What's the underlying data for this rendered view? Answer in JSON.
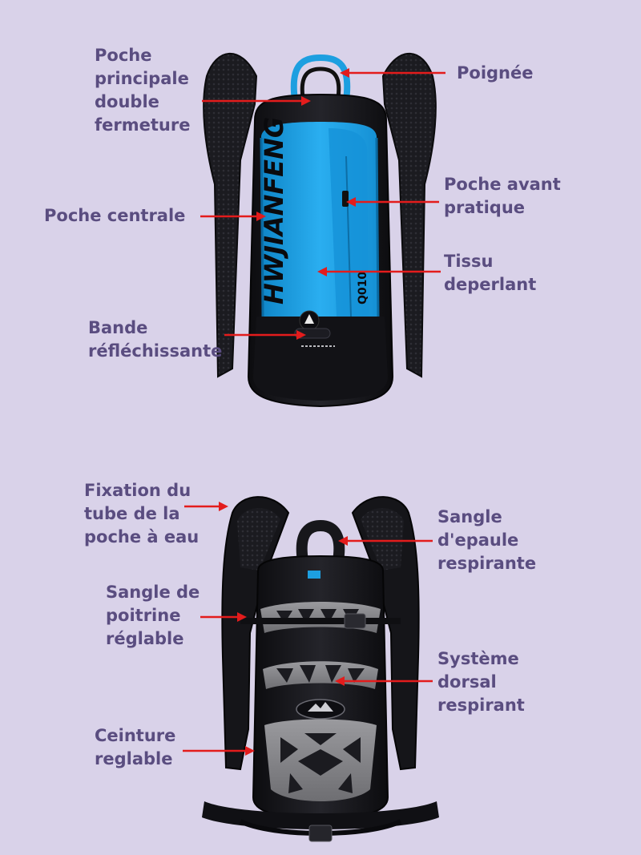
{
  "front_labels": [
    {
      "id": "poche-principale",
      "lines": [
        "Poche",
        "principale",
        "double",
        "fermeture"
      ]
    },
    {
      "id": "poignee",
      "lines": [
        "Poignée"
      ]
    },
    {
      "id": "poche-avant",
      "lines": [
        "Poche avant",
        "pratique"
      ]
    },
    {
      "id": "poche-centrale",
      "lines": [
        "Poche centrale"
      ]
    },
    {
      "id": "tissu",
      "lines": [
        "Tissu",
        "deperlant"
      ]
    },
    {
      "id": "bande",
      "lines": [
        "Bande",
        "réfléchissante"
      ]
    }
  ],
  "back_labels": [
    {
      "id": "fixation",
      "lines": [
        "Fixation du",
        "tube de la",
        "poche à eau"
      ]
    },
    {
      "id": "sangle-epaule",
      "lines": [
        "Sangle",
        "d'epaule",
        "respirante"
      ]
    },
    {
      "id": "sangle-poitrine",
      "lines": [
        "Sangle de",
        "poitrine",
        "réglable"
      ]
    },
    {
      "id": "systeme-dorsal",
      "lines": [
        "Système",
        "dorsal",
        "respirant"
      ]
    },
    {
      "id": "ceinture",
      "lines": [
        "Ceinture",
        "reglable"
      ]
    }
  ],
  "product_print": {
    "brand_text": "HWJIANFENG",
    "model_text": "Q010"
  },
  "colors": {
    "background": "#d9d2e9",
    "label": "#5a4d80",
    "arrow": "#e31c1c",
    "bag_black": "#16161a",
    "bag_blue": "#1d9fe0",
    "mesh_gray": "#8a8a8e"
  }
}
